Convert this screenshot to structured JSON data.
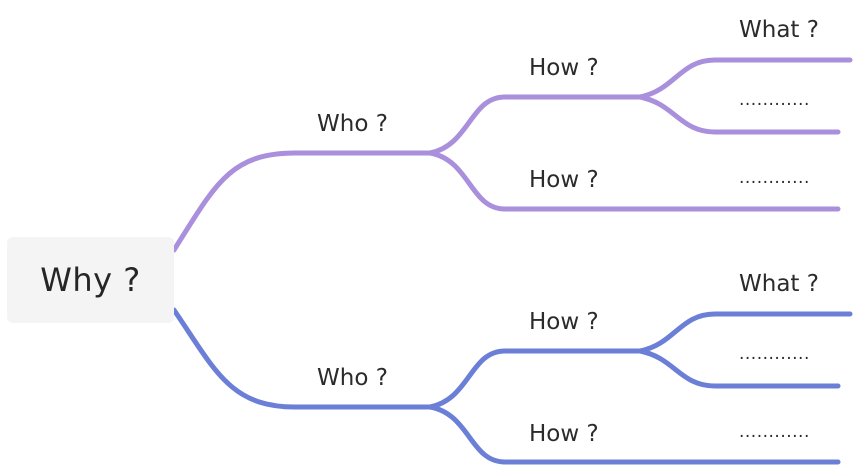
{
  "colors": {
    "top_branch": "#a98fdc",
    "bottom_branch": "#6b7fd7",
    "root_bg": "#f4f4f4",
    "text": "#2b2b2b"
  },
  "root": {
    "label": "Why ?"
  },
  "branches": [
    {
      "name": "top",
      "who": "Who ?",
      "how": [
        {
          "label": "How ?",
          "what": "What ?",
          "placeholder": "............"
        },
        {
          "label": "How ?",
          "placeholder": "............"
        }
      ]
    },
    {
      "name": "bottom",
      "who": "Who ?",
      "how": [
        {
          "label": "How ?",
          "what": "What ?",
          "placeholder": "............"
        },
        {
          "label": "How ?",
          "placeholder": "............"
        }
      ]
    }
  ]
}
